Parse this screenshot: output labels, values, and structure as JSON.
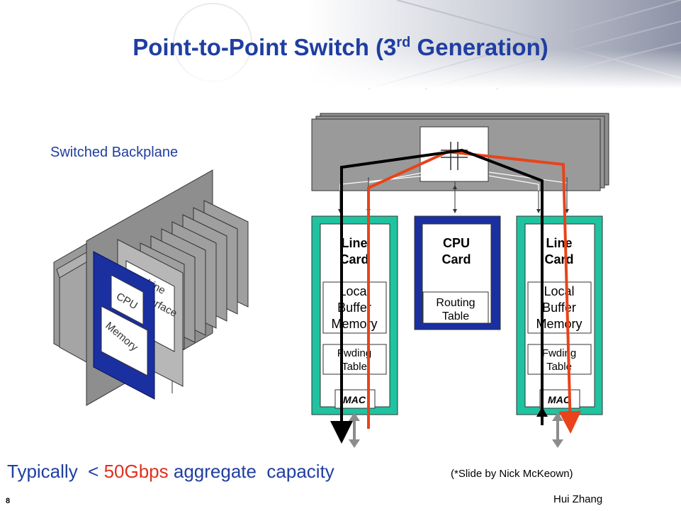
{
  "slide": {
    "title": "Point-to-Point Switch (3",
    "title_sup": "rd",
    "title_end": " Generation)",
    "backplane_label": "Switched Backplane",
    "footer_prefix": "Typically  < ",
    "footer_highlight": "50Gbps",
    "footer_suffix": " aggregate  capacity",
    "credit": "(*Slide by Nick McKeown)",
    "author": "Hui Zhang",
    "page_number": "8"
  },
  "left_figure": {
    "card_text_1": "CPU",
    "card_text_2": "Memory",
    "card_text_3": "Line",
    "card_text_4": "Interface"
  },
  "diagram": {
    "line_card_left": {
      "title_1": "Line",
      "title_2": "Card",
      "buffer_1": "Local",
      "buffer_2": "Buffer",
      "buffer_3": "Memory",
      "fwd_1": "Fwding",
      "fwd_2": "Table",
      "mac": "MAC"
    },
    "cpu_card": {
      "title_1": "CPU",
      "title_2": "Card",
      "routing_1": "Routing",
      "routing_2": "Table"
    },
    "line_card_right": {
      "title_1": "Line",
      "title_2": "Card",
      "buffer_1": "Local",
      "buffer_2": "Buffer",
      "buffer_3": "Memory",
      "fwd_1": "Fwding",
      "fwd_2": "Table",
      "mac": "MAC"
    }
  },
  "colors": {
    "title_blue": "#1f3ea1",
    "line_card_green": "#1fc3a0",
    "cpu_card_blue": "#1a2fa0",
    "packet_red": "#e8431a",
    "packet_black": "#000000"
  }
}
